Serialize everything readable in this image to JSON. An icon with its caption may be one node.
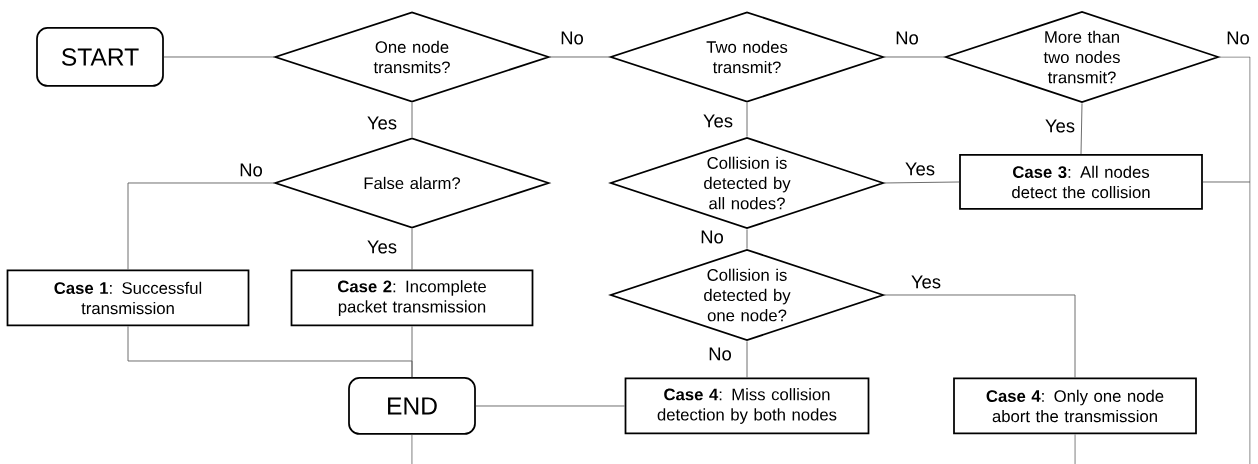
{
  "diagram": {
    "nodes": [
      {
        "text": [
          "START"
        ]
      },
      {
        "text": [
          "One node transmits?"
        ]
      },
      {
        "text": [
          "Two nodes transmit?"
        ]
      },
      {
        "text": [
          "More than two nodes transmit?"
        ]
      },
      {
        "text": [
          "False alarm?"
        ]
      },
      {
        "text": [
          "Collision is detected by all nodes?"
        ]
      },
      {
        "text": [
          "**Case 3**: All nodes detect the collision"
        ]
      },
      {
        "text": [
          "**Case 1**: Successful transmission"
        ]
      },
      {
        "text": [
          "**Case 2**: Incomplete packet transmission"
        ]
      },
      {
        "text": [
          "Collision is detected by one node?"
        ]
      },
      {
        "text": [
          "END"
        ]
      },
      {
        "text": [
          "**Case 4**: Miss collision detection by both nodes"
        ]
      },
      {
        "text": [
          "**Case 4**: Only one node abort the transmission"
        ]
      }
    ],
    "edges": [
      {
        "from": 0,
        "to": 1,
        "arrow": "none"
      },
      {
        "from": 1,
        "to": 2,
        "arrow": "none",
        "label": "No"
      },
      {
        "from": 2,
        "to": 3,
        "arrow": "none",
        "label": "No"
      },
      {
        "from": 3,
        "to": null,
        "arrow": "none",
        "label": "No"
      },
      {
        "from": 1,
        "to": 4,
        "arrow": "none",
        "label": "Yes"
      },
      {
        "from": 4,
        "to": 7,
        "arrow": "none",
        "label": "No"
      },
      {
        "from": 4,
        "to": 8,
        "arrow": "none",
        "label": "Yes"
      },
      {
        "from": 2,
        "to": 5,
        "arrow": "none",
        "label": "Yes"
      },
      {
        "from": 5,
        "to": 6,
        "arrow": "none",
        "label": "Yes"
      },
      {
        "from": 3,
        "to": 6,
        "arrow": "none",
        "label": "Yes"
      },
      {
        "from": 6,
        "to": null,
        "arrow": "none"
      },
      {
        "from": 5,
        "to": 9,
        "arrow": "none",
        "label": "No"
      },
      {
        "from": 9,
        "to": 11,
        "arrow": "none",
        "label": "No"
      },
      {
        "from": 9,
        "to": 12,
        "arrow": "none",
        "label": "Yes"
      },
      {
        "from": 7,
        "to": 10,
        "arrow": "none"
      },
      {
        "from": 8,
        "to": 10,
        "arrow": "none"
      },
      {
        "from": 11,
        "to": 10,
        "arrow": "none"
      },
      {
        "from": 10,
        "to": null,
        "arrow": "none"
      },
      {
        "from": 12,
        "to": null,
        "arrow": "none"
      }
    ]
  }
}
